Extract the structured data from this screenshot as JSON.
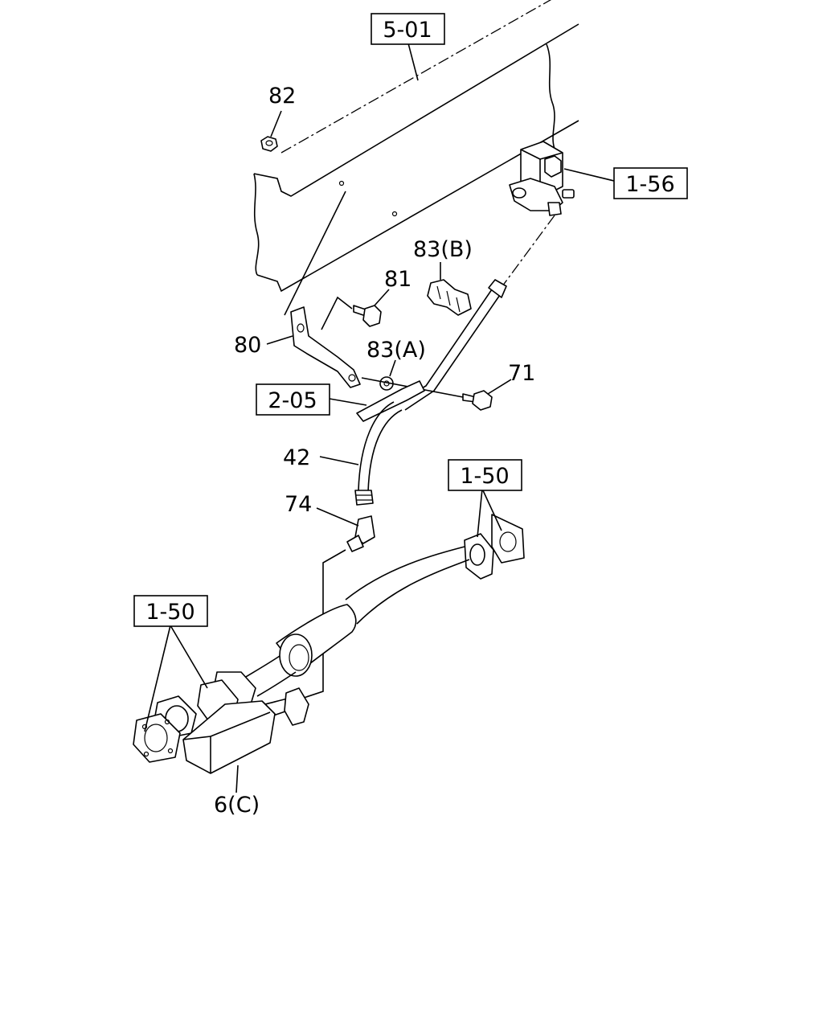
{
  "callouts": {
    "ref_5_01": "5-01",
    "ref_1_56": "1-56",
    "ref_2_05": "2-05",
    "ref_1_50_right": "1-50",
    "ref_1_50_left": "1-50",
    "part_82": "82",
    "part_83b": "83(B)",
    "part_81": "81",
    "part_80": "80",
    "part_83a": "83(A)",
    "part_71": "71",
    "part_42": "42",
    "part_74": "74",
    "part_6c": "6(C)"
  }
}
